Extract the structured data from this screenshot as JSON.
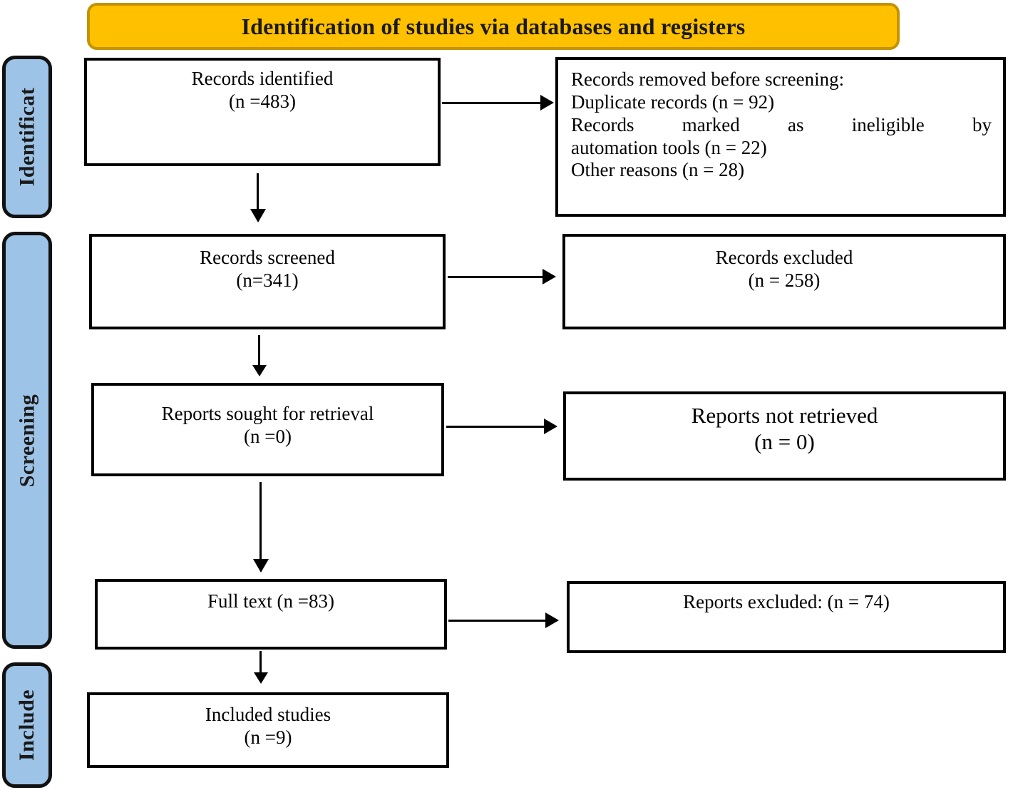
{
  "banner": {
    "title": "Identification of studies via databases and registers",
    "fill_color": "#FFC000",
    "border_color": "#C59300"
  },
  "stages": [
    {
      "label": "Identificat",
      "fill_color": "#9DC3E6"
    },
    {
      "label": "Screening",
      "fill_color": "#9DC3E6"
    },
    {
      "label": "Include",
      "fill_color": "#9DC3E6"
    }
  ],
  "flow": {
    "records_identified": {
      "line1": "Records identified",
      "line2": "(n =483)"
    },
    "records_removed": {
      "line1": "Records removed before screening:",
      "line2": "Duplicate records (n = 92)",
      "line3": "Records marked as ineligible by",
      "line4": "automation tools (n = 22)",
      "line5": "Other reasons (n = 28)"
    },
    "records_screened": {
      "line1": "Records screened",
      "line2": "(n=341)"
    },
    "records_excluded": {
      "line1": "Records excluded",
      "line2": "(n = 258)"
    },
    "reports_sought": {
      "line1": "Reports sought for retrieval",
      "line2": "(n =0)"
    },
    "reports_not_retrieved": {
      "line1": "Reports not retrieved",
      "line2": "(n = 0)"
    },
    "full_text": {
      "line1": "Full text (n =83)"
    },
    "reports_excluded": {
      "line1": "Reports excluded: (n = 74)"
    },
    "included_studies": {
      "line1": "Included studies",
      "line2": "(n =9)"
    }
  }
}
